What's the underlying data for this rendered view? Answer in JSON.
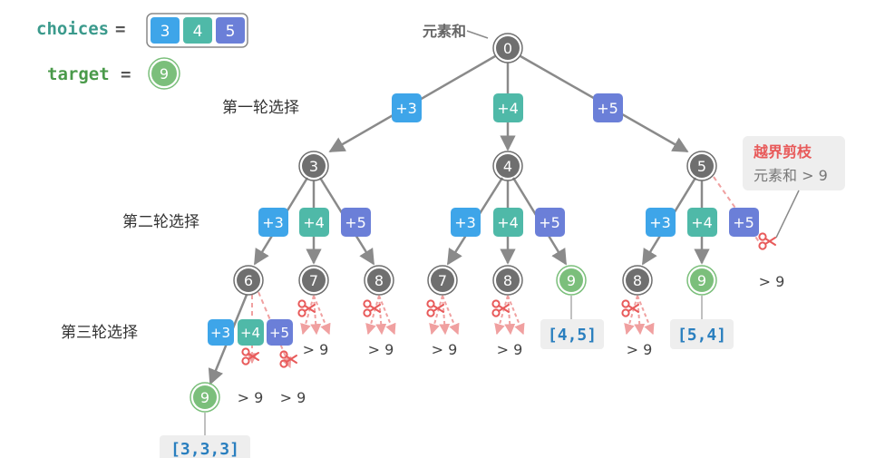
{
  "header": {
    "choices_label": "choices",
    "target_label": "target",
    "equals": "=",
    "choices": [
      "3",
      "4",
      "5"
    ],
    "target": "9"
  },
  "tree": {
    "sum_label": "元素和",
    "level_labels": [
      "第一轮选择",
      "第二轮选择",
      "第三轮选择"
    ],
    "root": "0",
    "ops": {
      "plus3": "+3",
      "plus4": "+4",
      "plus5": "+5"
    },
    "level1": [
      "3",
      "4",
      "5"
    ],
    "level2": [
      "6",
      "7",
      "8",
      "7",
      "8",
      "9",
      "8",
      "9"
    ],
    "level3": [
      "9"
    ],
    "pruned_label": "> 9",
    "results": [
      "[4,5]",
      "[5,4]",
      "[3,3,3]"
    ]
  },
  "annotation": {
    "title": "越界剪枝",
    "subtitle": "元素和 > 9"
  },
  "colors": {
    "blue": "#3ea5e9",
    "teal": "#4fb9a8",
    "indigo": "#6b7fd8",
    "node_gray": "#6f6f6f",
    "solution_green": "#7bbf7b",
    "prune_red": "#e85a5a",
    "edge_gray": "#8a8a8a",
    "label_box": "#eeeeee"
  }
}
